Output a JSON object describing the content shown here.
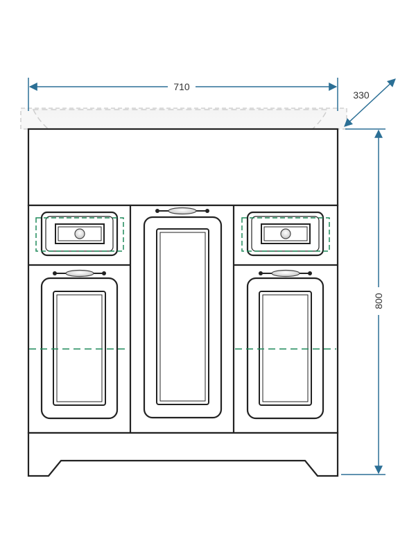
{
  "dimensions": {
    "width_label": "710",
    "depth_label": "330",
    "height_label": "800"
  },
  "colors": {
    "outline": "#222222",
    "dimension": "#2b6f95",
    "hidden_line": "#1f8a5a",
    "basin_dash": "#cfcfcf"
  }
}
